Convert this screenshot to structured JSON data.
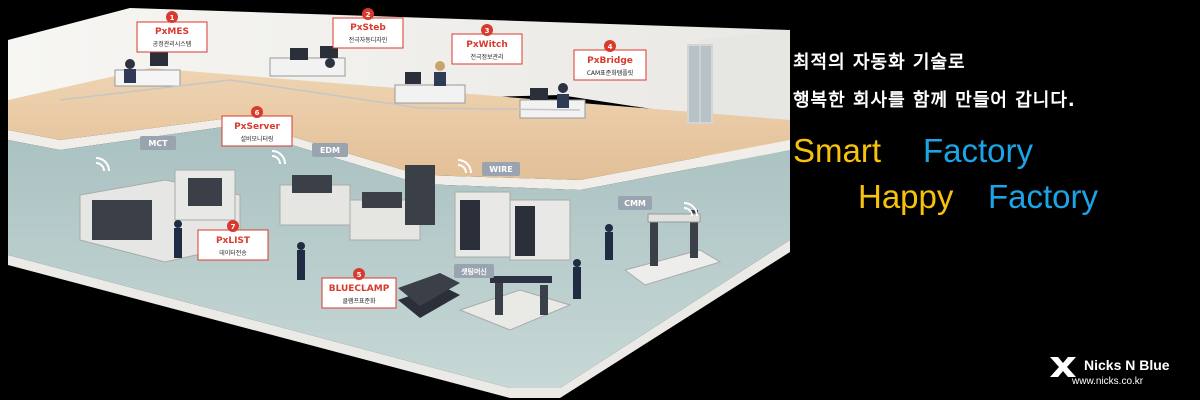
{
  "banner": {
    "headline_line1": "최적의 자동화 기술로",
    "headline_line2": "행복한 회사를 함께 만들어 갑니다.",
    "slogan_word1": "Smart",
    "slogan_word2": "Factory",
    "slogan_word3": "Happy",
    "slogan_word4": "Factory",
    "logo_name": "Nicks N Blue",
    "logo_url": "www.nicks.co.kr"
  },
  "callouts": [
    {
      "num": "1",
      "name": "PxMES",
      "desc": "공정관리시스템"
    },
    {
      "num": "2",
      "name": "PxSteb",
      "desc": "전극자동디자인"
    },
    {
      "num": "3",
      "name": "PxWitch",
      "desc": "전극정보관리"
    },
    {
      "num": "4",
      "name": "PxBridge",
      "desc": "CAM표준화템플릿"
    },
    {
      "num": "6",
      "name": "PxServer",
      "desc": "설비모니터링"
    },
    {
      "num": "7",
      "name": "PxLIST",
      "desc": "데이터전송"
    },
    {
      "num": "5",
      "name": "BLUECLAMP",
      "desc": "클램프표준화"
    }
  ],
  "machine_labels": {
    "mct": "MCT",
    "edm": "EDM",
    "wire": "WIRE",
    "cmm": "CMM",
    "setting": "셋팅머신"
  },
  "colors": {
    "slogan_yellow": "#f7c20d",
    "slogan_blue": "#1ba4e6",
    "callout_red": "#d83a2e",
    "floor": "#b9cdcc",
    "wall": "#f4f3f0",
    "deck": "#e8c9a5"
  }
}
